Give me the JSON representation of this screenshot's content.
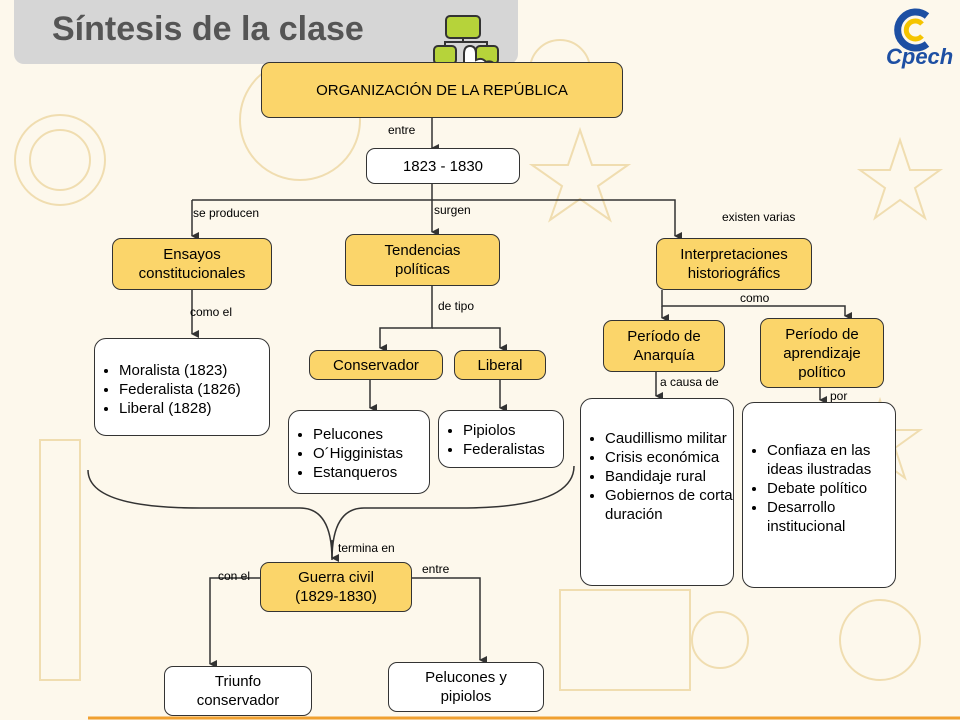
{
  "header": {
    "title": "Síntesis de la clase",
    "logo_text": "Cpech"
  },
  "map": {
    "root": "ORGANIZACIÓN DE LA REPÚBLICA",
    "label_entre": "entre",
    "period": "1823 - 1830",
    "label_se_producen": "se producen",
    "label_surgen": "surgen",
    "label_existen_varias": "existen varias",
    "ensayos": "Ensayos constitucionales",
    "tendencias": "Tendencias políticas",
    "interpretaciones": "Interpretaciones historiográfics",
    "label_como_el": "como el",
    "label_de_tipo": "de tipo",
    "label_como": "como",
    "ensayos_list": [
      "Moralista (1823)",
      "Federalista (1826)",
      "Liberal (1828)"
    ],
    "conservador": "Conservador",
    "liberal": "Liberal",
    "conservador_list": [
      "Pelucones",
      "O´Higginistas",
      "Estanqueros"
    ],
    "liberal_list": [
      "Pipiolos",
      "Federalistas"
    ],
    "anarquia": "Período de Anarquía",
    "aprendizaje": "Período de aprendizaje político",
    "label_a_causa_de": "a causa de",
    "label_por": "por",
    "anarquia_list": [
      "Caudillismo militar",
      "Crisis económica",
      "Bandidaje rural",
      "Gobiernos de corta duración"
    ],
    "aprendizaje_list": [
      "Confiaza en las ideas ilustradas",
      "Debate político",
      "Desarrollo institucional"
    ],
    "label_termina_en": "termina en",
    "guerra": "Guerra civil (1829-1830)",
    "label_con_el": "con el",
    "label_entre2": "entre",
    "triunfo": "Triunfo conservador",
    "pelucones_pipiolos": "Pelucones y pipiolos"
  },
  "colors": {
    "node_fill": "#fbd56a",
    "background": "#fdf8ec",
    "bottom_rule": "#f0a030",
    "logo_blue": "#1d4fa3"
  }
}
